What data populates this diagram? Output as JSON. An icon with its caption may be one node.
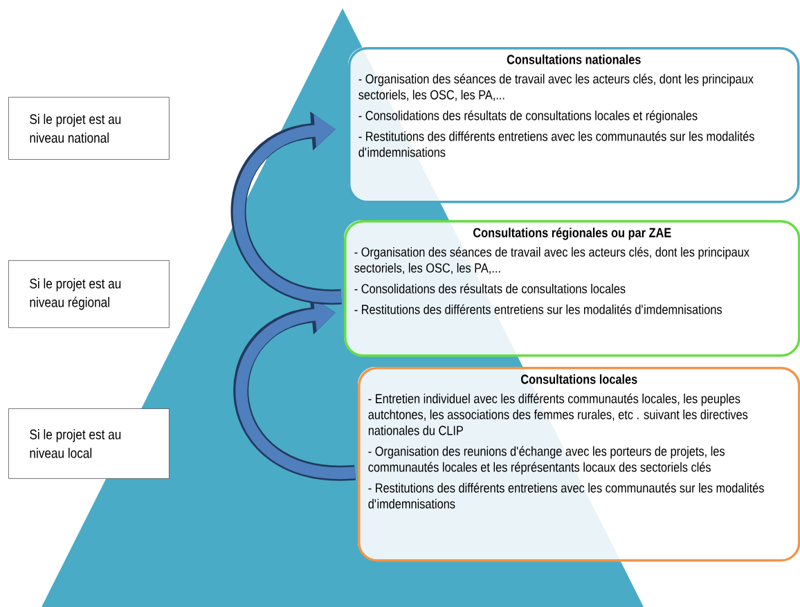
{
  "diagram": {
    "nodes": [
      {
        "text": [
          "Si le projet est au niveau national"
        ]
      },
      {
        "text": [
          "Si le projet est au niveau régional"
        ]
      },
      {
        "text": [
          "Si le projet est au niveau local"
        ]
      },
      {
        "text": [
          "Consultations nationales",
          "- Organisation des séances de travail avec les acteurs clés, dont les principaux sectoriels, les OSC, les PA,...",
          "- Consolidations des résultats de consultations locales et régionales",
          "- Restitutions des différents entretiens avec les communautés sur les modalités d'imdemnisations"
        ]
      },
      {
        "text": [
          "Consultations régionales ou par ZAE",
          "- Organisation des séances de travail avec les acteurs clés, dont les principaux sectoriels, les OSC, les PA,...",
          "- Consolidations des résultats de consultations locales",
          "- Restitutions des différents entretiens sur les modalités d'imdemnisations"
        ]
      },
      {
        "text": [
          "Consultations locales",
          "- Entretien individuel avec les différents communautés locales, les peuples autchtones, les associations des femmes rurales, etc . suivant les directives nationales du CLIP",
          "- Organisation des reunions d'échange avec les porteurs de projets, les communautés locales et les réprésentants locaux des sectoriels clés",
          "- Restitutions des différents entretiens avec les communautés sur les modalités d'imdemnisations"
        ]
      }
    ],
    "edges": [
      {
        "from": 5,
        "to": 4,
        "arrow": "to"
      },
      {
        "from": 4,
        "to": 3,
        "arrow": "to"
      }
    ]
  }
}
